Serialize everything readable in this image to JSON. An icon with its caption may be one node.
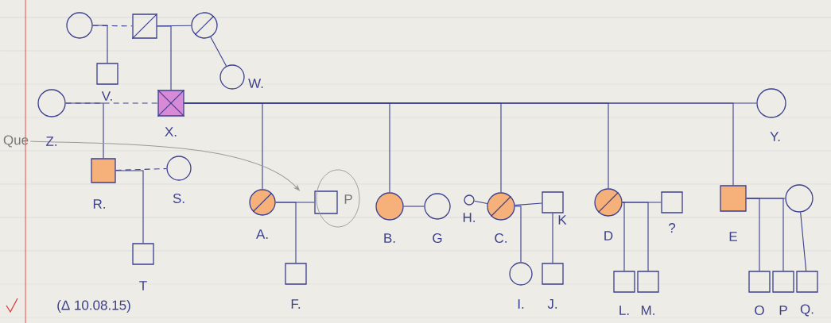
{
  "diagram": {
    "nodes": [
      {
        "text": [],
        "shape": "circle"
      },
      {
        "text": [],
        "shape": "box"
      },
      {
        "text": [],
        "shape": "circle"
      },
      {
        "text": [],
        "shape": "box",
        "beside": [
          "V."
        ]
      },
      {
        "text": [],
        "shape": "circle",
        "beside": [
          "W."
        ]
      },
      {
        "text": [],
        "shape": "circle",
        "beside": [
          "Z."
        ]
      },
      {
        "text": [],
        "shape": "box",
        "beside": [
          "X."
        ]
      },
      {
        "text": [],
        "shape": "circle",
        "beside": [
          "Y."
        ]
      },
      {
        "text": [],
        "shape": "box",
        "beside": [
          "R."
        ]
      },
      {
        "text": [],
        "shape": "circle",
        "beside": [
          "S."
        ]
      },
      {
        "text": [],
        "shape": "box",
        "beside": [
          "T"
        ]
      },
      {
        "text": [],
        "shape": "circle",
        "beside": [
          "A."
        ]
      },
      {
        "text": [],
        "shape": "box",
        "beside": [
          "P"
        ]
      },
      {
        "text": [],
        "shape": "box",
        "beside": [
          "F."
        ]
      },
      {
        "text": [],
        "shape": "circle",
        "beside": [
          "B."
        ]
      },
      {
        "text": [],
        "shape": "circle",
        "beside": [
          "G"
        ]
      },
      {
        "text": [],
        "shape": "circle",
        "beside": [
          "H."
        ]
      },
      {
        "text": [],
        "shape": "circle",
        "beside": [
          "C."
        ]
      },
      {
        "text": [],
        "shape": "box",
        "beside": [
          "K"
        ]
      },
      {
        "text": [],
        "shape": "circle",
        "beside": [
          "I."
        ]
      },
      {
        "text": [],
        "shape": "box",
        "beside": [
          "J."
        ]
      },
      {
        "text": [],
        "shape": "circle",
        "beside": [
          "D"
        ]
      },
      {
        "text": [],
        "shape": "box",
        "beside": [
          "?"
        ]
      },
      {
        "text": [],
        "shape": "box",
        "beside": [
          "L."
        ]
      },
      {
        "text": [],
        "shape": "box",
        "beside": [
          "M."
        ]
      },
      {
        "text": [],
        "shape": "box",
        "beside": [
          "E"
        ]
      },
      {
        "text": [],
        "shape": "circle"
      },
      {
        "text": [],
        "shape": "box",
        "beside": [
          "O"
        ]
      },
      {
        "text": [],
        "shape": "box",
        "beside": [
          "P"
        ]
      },
      {
        "text": [],
        "shape": "box",
        "beside": [
          "Q."
        ]
      },
      {
        "text": [
          "Que"
        ]
      }
    ],
    "edges": [
      {
        "from": 0,
        "to": 1,
        "arrow": "none",
        "style": "dashed"
      },
      {
        "from": 1,
        "to": 2,
        "arrow": "none"
      },
      {
        "from": 0,
        "to": 3,
        "arrow": "none"
      },
      {
        "from": 1,
        "to": 6,
        "arrow": "none"
      },
      {
        "from": 2,
        "to": 4,
        "arrow": "none"
      },
      {
        "from": 5,
        "to": 6,
        "arrow": "none",
        "style": "dashed"
      },
      {
        "from": 6,
        "to": 7,
        "arrow": "none"
      },
      {
        "from": 5,
        "to": 8,
        "arrow": "none"
      },
      {
        "from": 8,
        "to": 9,
        "arrow": "none",
        "style": "dashed"
      },
      {
        "from": 8,
        "to": 10,
        "arrow": "none"
      },
      {
        "from": 6,
        "to": 11,
        "arrow": "none"
      },
      {
        "from": 6,
        "to": 14,
        "arrow": "none"
      },
      {
        "from": 6,
        "to": 17,
        "arrow": "none"
      },
      {
        "from": 6,
        "to": 21,
        "arrow": "none"
      },
      {
        "from": 6,
        "to": 25,
        "arrow": "none"
      },
      {
        "from": 11,
        "to": 12,
        "arrow": "none"
      },
      {
        "from": 11,
        "to": 13,
        "arrow": "none"
      },
      {
        "from": 14,
        "to": 15,
        "arrow": "none"
      },
      {
        "from": 16,
        "to": 17,
        "arrow": "none"
      },
      {
        "from": 17,
        "to": 18,
        "arrow": "none"
      },
      {
        "from": 17,
        "to": 19,
        "arrow": "none"
      },
      {
        "from": 18,
        "to": 20,
        "arrow": "none"
      },
      {
        "from": 21,
        "to": 22,
        "arrow": "none"
      },
      {
        "from": 21,
        "to": 23,
        "arrow": "none"
      },
      {
        "from": 21,
        "to": 24,
        "arrow": "none"
      },
      {
        "from": 25,
        "to": 26,
        "arrow": "none"
      },
      {
        "from": 25,
        "to": 27,
        "arrow": "none"
      },
      {
        "from": 25,
        "to": 28,
        "arrow": "none"
      },
      {
        "from": 26,
        "to": 29,
        "arrow": "none"
      },
      {
        "from": 30,
        "to": 12,
        "arrow": "to",
        "color": "#9a9a9a"
      }
    ],
    "labels": [
      "(Δ 10.08.15)"
    ]
  }
}
